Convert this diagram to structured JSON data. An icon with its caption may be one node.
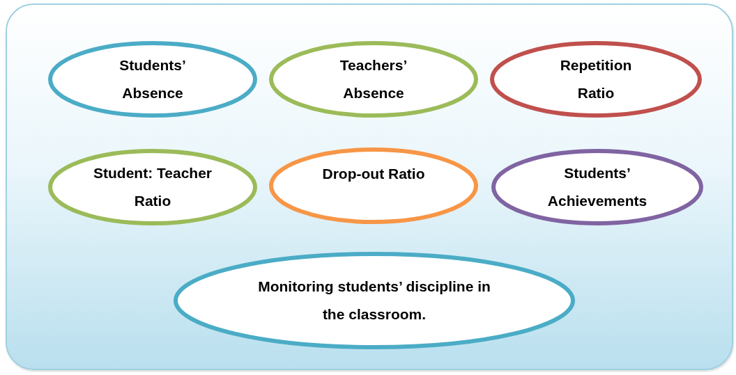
{
  "diagram": {
    "nodes": [
      {
        "text": [],
        "shape": "box"
      },
      {
        "text": [
          "Students’ Absence"
        ],
        "in": 0
      },
      {
        "text": [
          "Teachers’ Absence"
        ],
        "in": 0
      },
      {
        "text": [
          "Repetition Ratio"
        ],
        "in": 0
      },
      {
        "text": [
          "Student: Teacher Ratio"
        ],
        "in": 0
      },
      {
        "text": [
          "Drop-out Ratio"
        ],
        "in": 0
      },
      {
        "text": [
          "Students’ Achievements"
        ],
        "in": 0
      },
      {
        "text": [
          "Monitoring students’ discipline in the classroom."
        ],
        "in": 0
      }
    ]
  }
}
